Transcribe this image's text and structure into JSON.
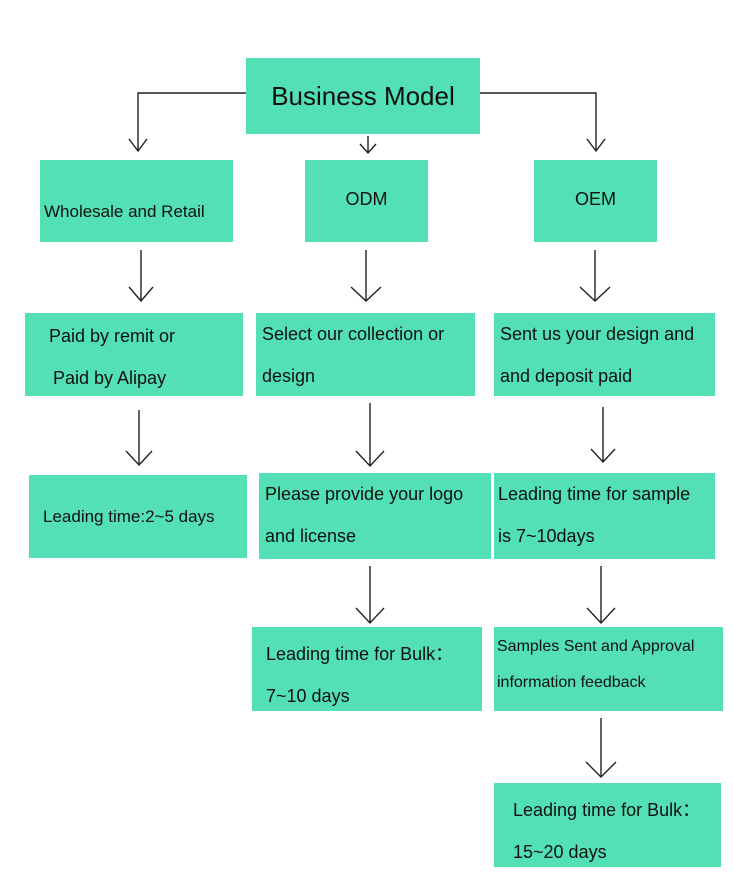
{
  "colors": {
    "box_fill": "#52e0b4",
    "line": "#222222"
  },
  "root": {
    "label": "Business Model"
  },
  "columns": [
    {
      "header": "Wholesale and Retail",
      "step1": [
        "Paid by remit or",
        "Paid by Alipay"
      ],
      "step2": [
        "Leading time:2~5 days"
      ]
    },
    {
      "header": "ODM",
      "step1": [
        "Select our collection or",
        "design"
      ],
      "step2": [
        "Please provide your logo",
        "and license"
      ],
      "step3": [
        "Leading time for Bulk：",
        "7~10 days"
      ]
    },
    {
      "header": "OEM",
      "step1": [
        "Sent us your design and",
        "and deposit paid"
      ],
      "step2": [
        "Leading time for sample",
        "is 7~10days"
      ],
      "step3": [
        "Samples Sent and Approval",
        "information feedback"
      ],
      "step4": [
        "Leading time for Bulk：",
        "15~20 days"
      ]
    }
  ]
}
